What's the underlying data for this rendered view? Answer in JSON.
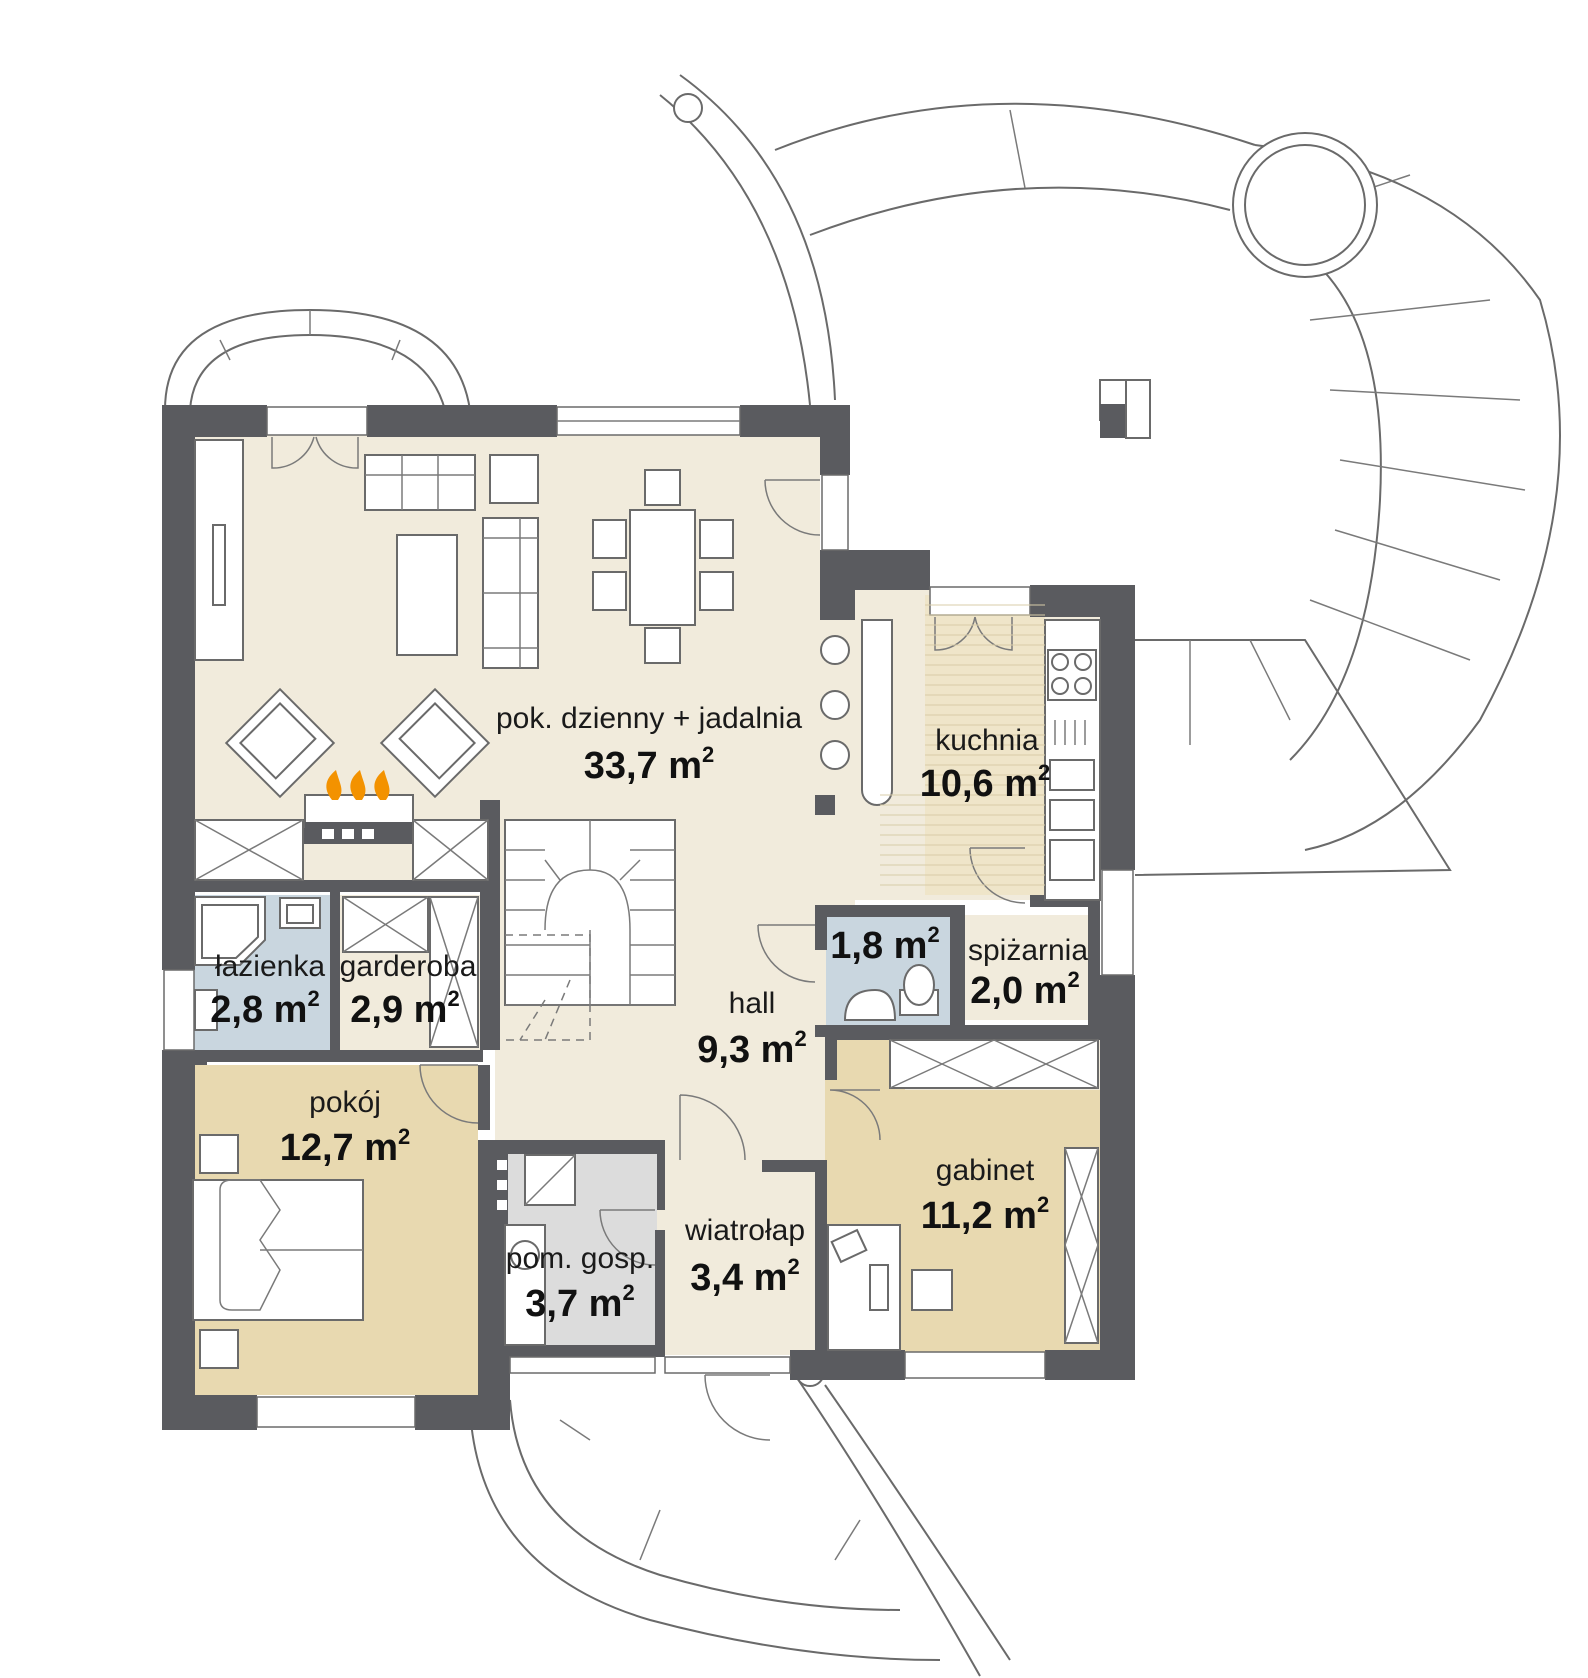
{
  "colors": {
    "living": "#f1ebdc",
    "room_tan": "#e8d9b0",
    "bath_blue": "#c9d6df",
    "utility_gray": "#dcdcdc",
    "wall": "#5a5b5f",
    "fire": "#f39200"
  },
  "rooms": [
    {
      "id": "living",
      "name": "pok. dzienny + jadalnia",
      "area": "33,7 m",
      "sup": "2"
    },
    {
      "id": "kitchen",
      "name": "kuchnia",
      "area": "10,6 m",
      "sup": "2"
    },
    {
      "id": "wc",
      "name": "",
      "area": "1,8 m",
      "sup": "2"
    },
    {
      "id": "pantry",
      "name": "spiżarnia",
      "area": "2,0 m",
      "sup": "2"
    },
    {
      "id": "hall",
      "name": "hall",
      "area": "9,3 m",
      "sup": "2"
    },
    {
      "id": "bathroom",
      "name": "łazienka",
      "area": "2,8 m",
      "sup": "2"
    },
    {
      "id": "wardrobe",
      "name": "garderoba",
      "area": "2,9 m",
      "sup": "2"
    },
    {
      "id": "bedroom",
      "name": "pokój",
      "area": "12,7 m",
      "sup": "2"
    },
    {
      "id": "utility",
      "name": "pom. gosp.",
      "area": "3,7 m",
      "sup": "2"
    },
    {
      "id": "vestibule",
      "name": "wiatrołap",
      "area": "3,4 m",
      "sup": "2"
    },
    {
      "id": "office",
      "name": "gabinet",
      "area": "11,2 m",
      "sup": "2"
    }
  ]
}
